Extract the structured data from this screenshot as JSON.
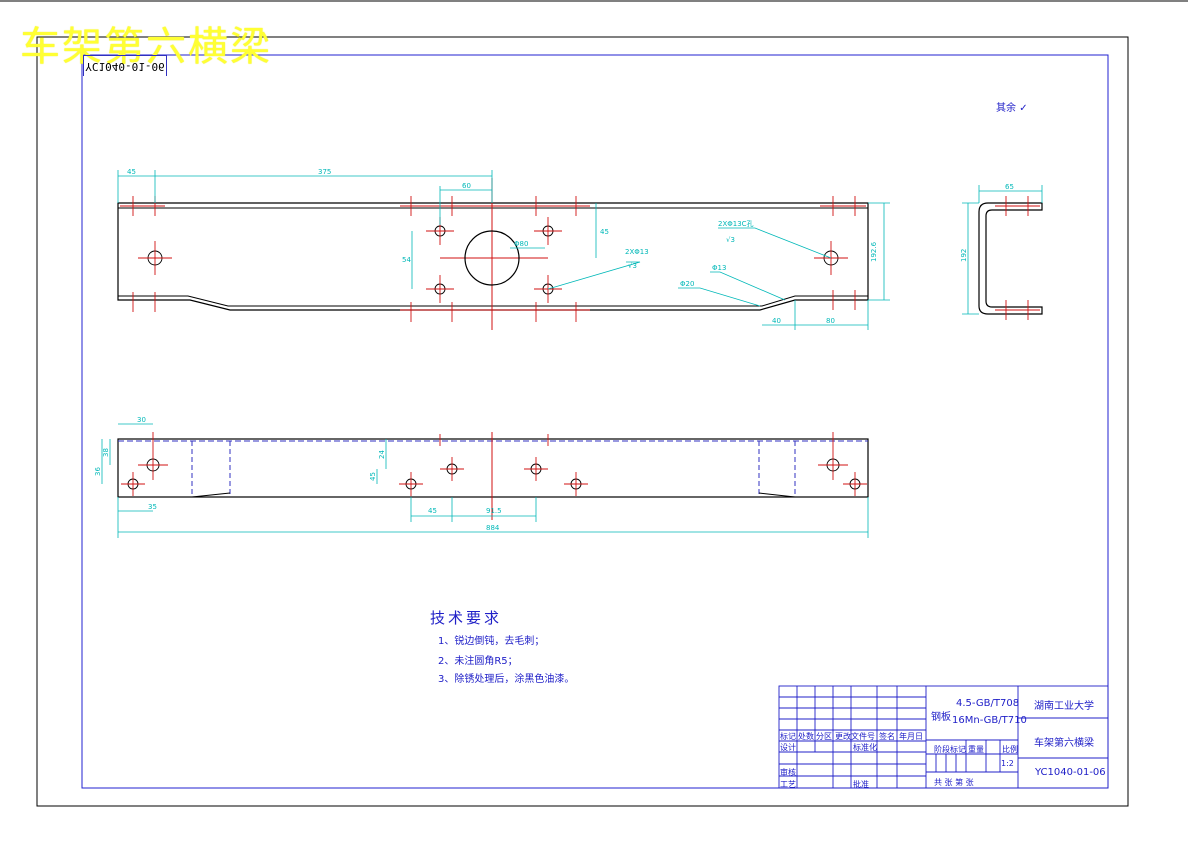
{
  "overlay_title": "车架第六横梁",
  "drawing_number_tab": "YC1040-01-06",
  "roughness": {
    "label": "其余",
    "value": ""
  },
  "tech_requirements": {
    "title": "技术要求",
    "items": [
      "1、锐边倒钝，去毛刺；",
      "2、未注圆角R5；",
      "3、除锈处理后，涂黑色油漆。"
    ]
  },
  "dimensions": {
    "front_view": [
      "45",
      "375",
      "60",
      "45",
      "54",
      "Φ80",
      "2XΦ13",
      "2XΦ13C孔",
      "√3",
      "√3",
      "Φ13",
      "Φ20",
      "192.6",
      "40",
      "80"
    ],
    "side_view": [
      "65",
      "192"
    ],
    "top_view": [
      "30",
      "38",
      "36",
      "24",
      "45",
      "35",
      "45",
      "91.5",
      "884"
    ]
  },
  "title_block": {
    "material_label": "钢板",
    "material_1": "4.5-GB/T708",
    "material_2": "16Mn-GB/T710",
    "school": "湖南工业大学",
    "part_name": "车架第六横梁",
    "drawing_no": "YC1040-01-06",
    "header_row": [
      "标记",
      "处数",
      "分区",
      "更改文件号",
      "签名",
      "年月日"
    ],
    "design_row": [
      "设计",
      "",
      "",
      "标准化",
      "",
      ""
    ],
    "review_label": "审核",
    "process_label": "工艺",
    "approve_label": "批准",
    "stage_labels": [
      "阶段标记",
      "重量",
      "比例"
    ],
    "scale": "1:2",
    "sheet_info": "共  张  第  张"
  }
}
